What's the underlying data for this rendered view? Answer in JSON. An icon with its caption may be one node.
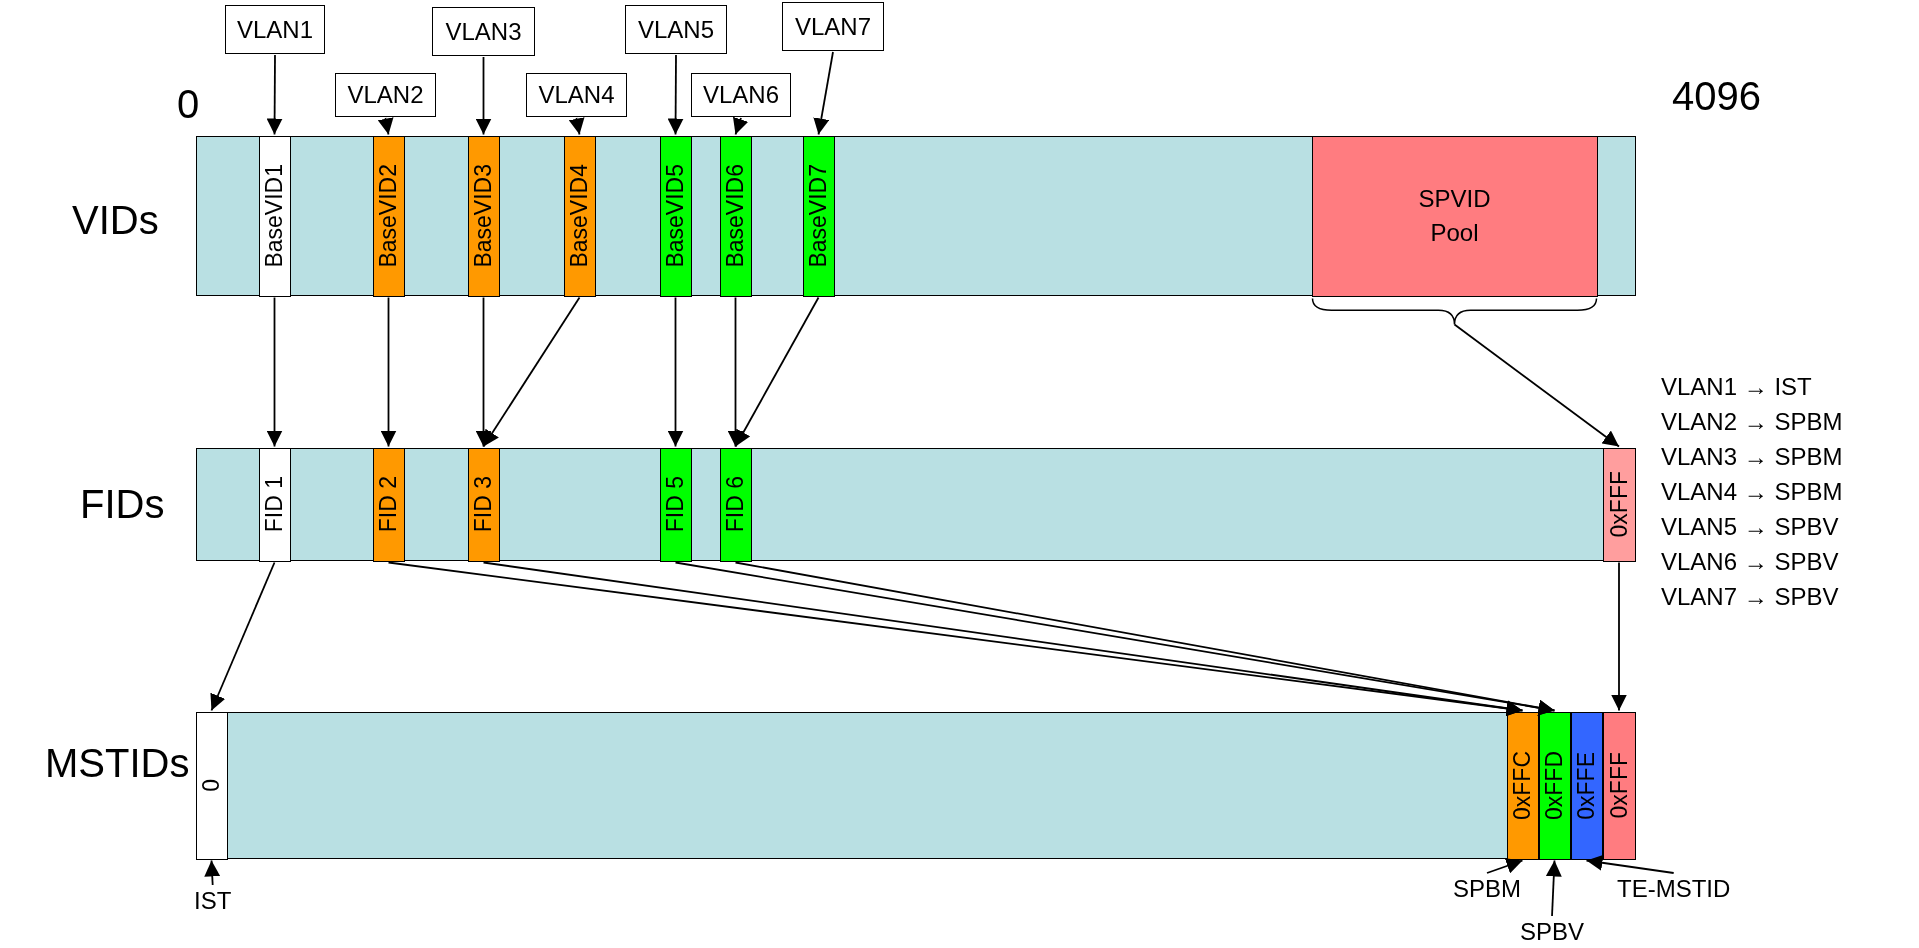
{
  "diagram": {
    "nodes": [
      {
        "text": [
          "VLAN1"
        ]
      },
      {
        "text": [
          "VLAN2"
        ]
      },
      {
        "text": [
          "VLAN3"
        ]
      },
      {
        "text": [
          "VLAN4"
        ]
      },
      {
        "text": [
          "VLAN5"
        ]
      },
      {
        "text": [
          "VLAN6"
        ]
      },
      {
        "text": [
          "VLAN7"
        ]
      },
      {
        "text": [
          "VIDs"
        ]
      },
      {
        "text": [
          "BaseVID1"
        ],
        "in": 7
      },
      {
        "text": [
          "BaseVID2"
        ],
        "in": 7
      },
      {
        "text": [
          "BaseVID3"
        ],
        "in": 7
      },
      {
        "text": [
          "BaseVID4"
        ],
        "in": 7
      },
      {
        "text": [
          "BaseVID5"
        ],
        "in": 7
      },
      {
        "text": [
          "BaseVID6"
        ],
        "in": 7
      },
      {
        "text": [
          "BaseVID7"
        ],
        "in": 7
      },
      {
        "text": [
          "SPVID Pool"
        ],
        "in": 7
      },
      {
        "text": [
          "FIDs"
        ]
      },
      {
        "text": [
          "FID 1"
        ],
        "in": 16
      },
      {
        "text": [
          "FID 2"
        ],
        "in": 16
      },
      {
        "text": [
          "FID 3"
        ],
        "in": 16
      },
      {
        "text": [
          "FID 5"
        ],
        "in": 16
      },
      {
        "text": [
          "FID 6"
        ],
        "in": 16
      },
      {
        "text": [
          "0xFFF"
        ],
        "in": 16
      },
      {
        "text": [
          "MSTIDs"
        ]
      },
      {
        "text": [
          "0"
        ],
        "in": 23
      },
      {
        "text": [
          "0xFFC"
        ],
        "in": 23
      },
      {
        "text": [
          "0xFFD"
        ],
        "in": 23
      },
      {
        "text": [
          "0xFFE"
        ],
        "in": 23
      },
      {
        "text": [
          "0xFFF"
        ],
        "in": 23
      },
      {
        "text": [
          "IST"
        ]
      },
      {
        "text": [
          "SPBM"
        ]
      },
      {
        "text": [
          "SPBV"
        ]
      },
      {
        "text": [
          "TE-MSTID"
        ]
      }
    ],
    "edges": [
      {
        "from": 0,
        "to": 8,
        "arrow": "to"
      },
      {
        "from": 1,
        "to": 9,
        "arrow": "to"
      },
      {
        "from": 2,
        "to": 10,
        "arrow": "to"
      },
      {
        "from": 3,
        "to": 11,
        "arrow": "to"
      },
      {
        "from": 4,
        "to": 12,
        "arrow": "to"
      },
      {
        "from": 5,
        "to": 13,
        "arrow": "to"
      },
      {
        "from": 6,
        "to": 14,
        "arrow": "to"
      },
      {
        "from": 8,
        "to": 17,
        "arrow": "to"
      },
      {
        "from": 9,
        "to": 18,
        "arrow": "to"
      },
      {
        "from": 10,
        "to": 19,
        "arrow": "to"
      },
      {
        "from": 11,
        "to": 19,
        "arrow": "to"
      },
      {
        "from": 12,
        "to": 20,
        "arrow": "to"
      },
      {
        "from": 13,
        "to": 21,
        "arrow": "to"
      },
      {
        "from": 14,
        "to": 21,
        "arrow": "to"
      },
      {
        "from": 15,
        "to": 22,
        "arrow": "to"
      },
      {
        "from": 17,
        "to": 24,
        "arrow": "to"
      },
      {
        "from": 18,
        "to": 25,
        "arrow": "to"
      },
      {
        "from": 19,
        "to": 25,
        "arrow": "to"
      },
      {
        "from": 20,
        "to": 26,
        "arrow": "to"
      },
      {
        "from": 21,
        "to": 26,
        "arrow": "to"
      },
      {
        "from": 22,
        "to": 28,
        "arrow": "to"
      },
      {
        "from": 29,
        "to": 24,
        "arrow": "to"
      },
      {
        "from": 30,
        "to": 25,
        "arrow": "to"
      },
      {
        "from": 31,
        "to": 26,
        "arrow": "to"
      },
      {
        "from": 32,
        "to": 27,
        "arrow": "to"
      }
    ],
    "labels": [
      "0",
      "4096",
      "VLAN1 → IST",
      "VLAN2 → SPBM",
      "VLAN3 → SPBM",
      "VLAN4 → SPBM",
      "VLAN5 → SPBV",
      "VLAN6 → SPBV",
      "VLAN7 → SPBV"
    ]
  }
}
